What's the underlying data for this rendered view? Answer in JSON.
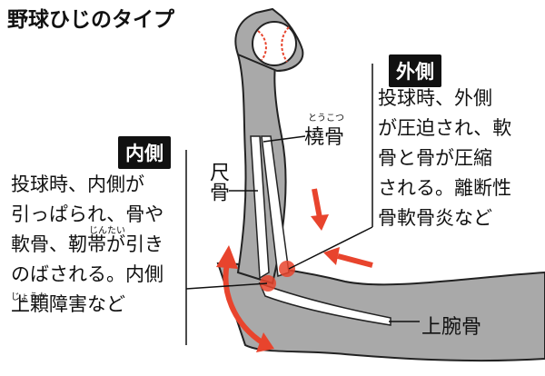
{
  "title": "野球ひじのタイプ",
  "outer": {
    "tag": "外側",
    "lines": [
      "投球時、外側",
      "が圧迫され、軟",
      "骨と骨が圧縮",
      "される。離断性",
      "骨軟骨炎など"
    ]
  },
  "inner": {
    "tag": "内側",
    "lines": [
      "投球時、内側が",
      "引っぱられ、骨や",
      "軟骨、靭帯が引き",
      "のばされる。内側",
      "上顆障害など"
    ]
  },
  "labels": {
    "radius": "橈骨",
    "radius_reading": "とうこつ",
    "ulna": "尺骨",
    "humerus": "上腕骨",
    "ligament_reading": "じんたい",
    "epicondyle_reading": "じょうか"
  },
  "colors": {
    "arm": "#a9a9a9",
    "arm_outline": "#222222",
    "bone": "#ffffff",
    "arrow": "#e8442d",
    "pain": "#e8442d"
  },
  "icons": [
    "baseball-icon"
  ]
}
